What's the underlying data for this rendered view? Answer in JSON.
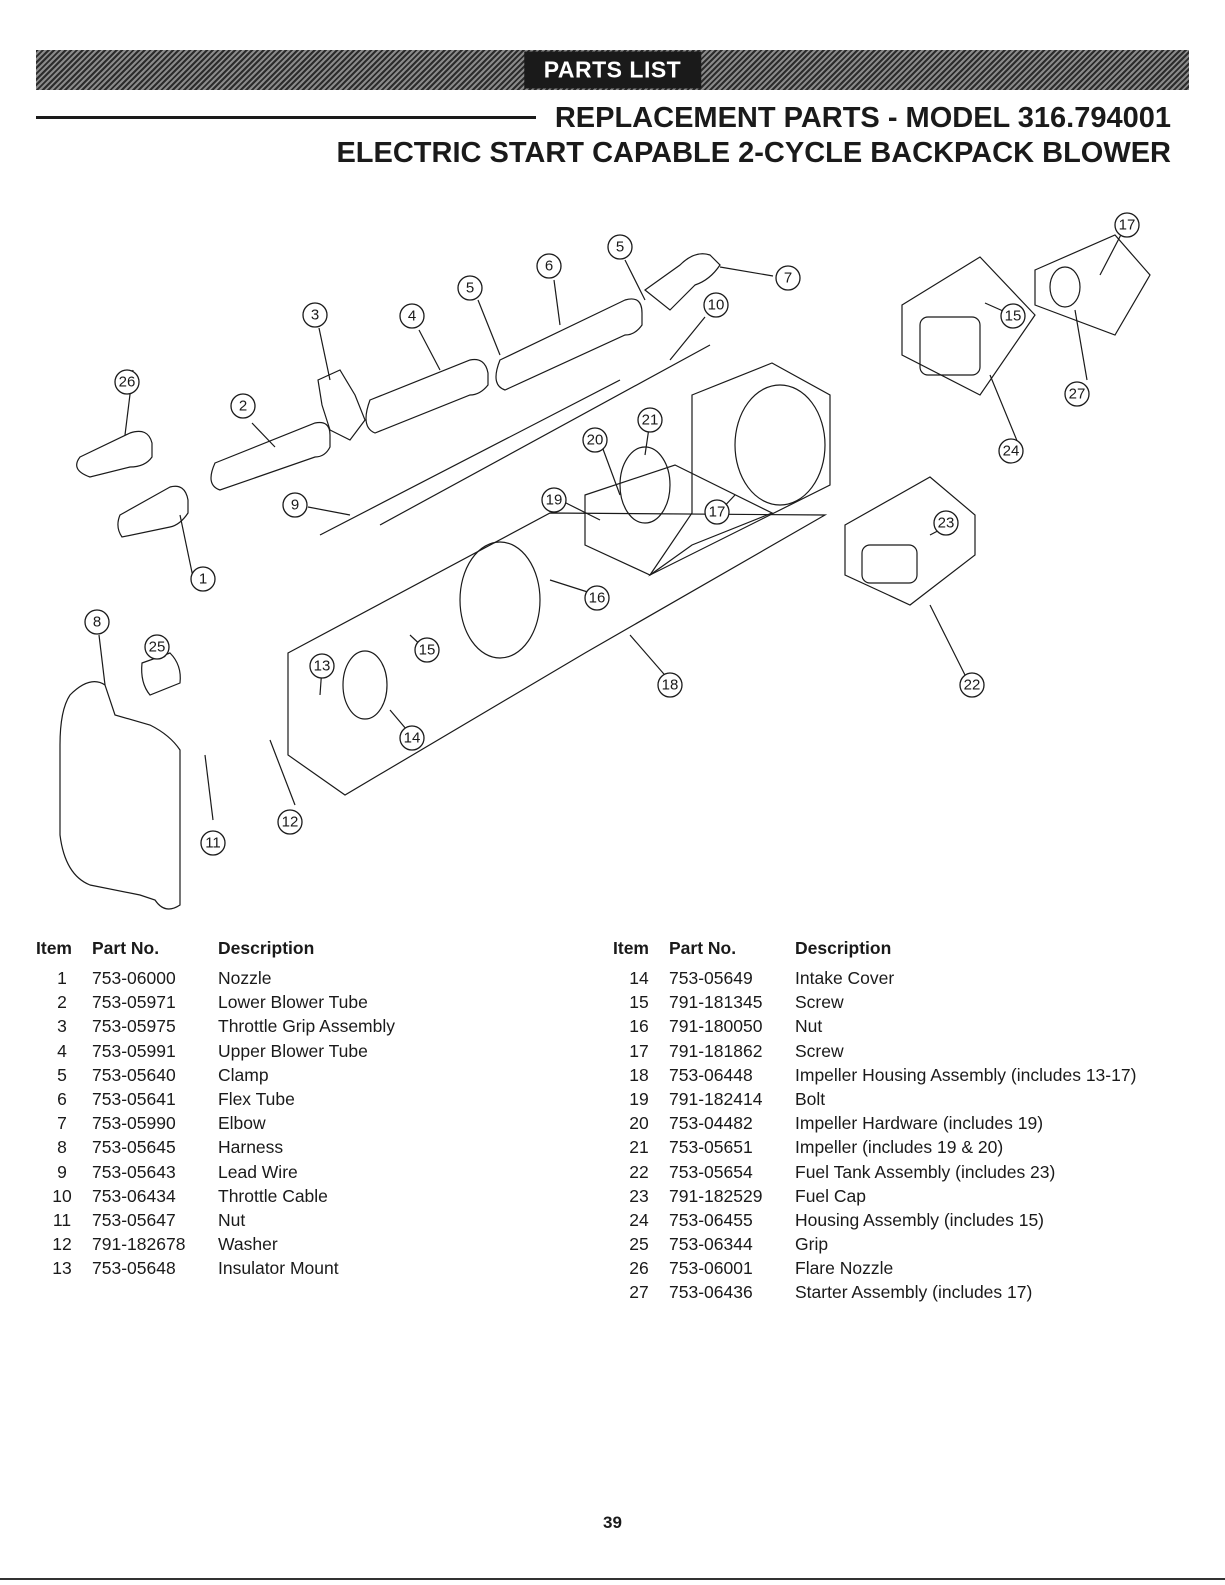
{
  "banner": {
    "label": "PARTS LIST"
  },
  "title": {
    "line1": "REPLACEMENT PARTS - MODEL 316.794001",
    "line2": "ELECTRIC START CAPABLE 2-CYCLE BACKPACK BLOWER"
  },
  "diagram": {
    "callouts": [
      "1",
      "2",
      "3",
      "4",
      "5",
      "5",
      "6",
      "7",
      "8",
      "9",
      "10",
      "11",
      "12",
      "13",
      "14",
      "15",
      "15",
      "16",
      "17",
      "17",
      "18",
      "19",
      "20",
      "21",
      "22",
      "23",
      "24",
      "25",
      "26",
      "27"
    ]
  },
  "table": {
    "headers": {
      "item": "Item",
      "part": "Part No.",
      "description": "Description"
    },
    "left": [
      {
        "item": "1",
        "part": "753-06000",
        "description": "Nozzle"
      },
      {
        "item": "2",
        "part": "753-05971",
        "description": "Lower Blower Tube"
      },
      {
        "item": "3",
        "part": "753-05975",
        "description": "Throttle Grip Assembly"
      },
      {
        "item": "4",
        "part": "753-05991",
        "description": "Upper Blower Tube"
      },
      {
        "item": "5",
        "part": "753-05640",
        "description": "Clamp"
      },
      {
        "item": "6",
        "part": "753-05641",
        "description": "Flex Tube"
      },
      {
        "item": "7",
        "part": "753-05990",
        "description": "Elbow"
      },
      {
        "item": "8",
        "part": "753-05645",
        "description": "Harness"
      },
      {
        "item": "9",
        "part": "753-05643",
        "description": "Lead Wire"
      },
      {
        "item": "10",
        "part": "753-06434",
        "description": "Throttle Cable"
      },
      {
        "item": "11",
        "part": "753-05647",
        "description": "Nut"
      },
      {
        "item": "12",
        "part": "791-182678",
        "description": "Washer"
      },
      {
        "item": "13",
        "part": "753-05648",
        "description": "Insulator Mount"
      }
    ],
    "right": [
      {
        "item": "14",
        "part": "753-05649",
        "description": "Intake Cover"
      },
      {
        "item": "15",
        "part": "791-181345",
        "description": "Screw"
      },
      {
        "item": "16",
        "part": "791-180050",
        "description": "Nut"
      },
      {
        "item": "17",
        "part": "791-181862",
        "description": "Screw"
      },
      {
        "item": "18",
        "part": "753-06448",
        "description": "Impeller Housing Assembly (includes 13-17)"
      },
      {
        "item": "19",
        "part": "791-182414",
        "description": "Bolt"
      },
      {
        "item": "20",
        "part": "753-04482",
        "description": "Impeller Hardware (includes 19)"
      },
      {
        "item": "21",
        "part": "753-05651",
        "description": "Impeller (includes 19 & 20)"
      },
      {
        "item": "22",
        "part": "753-05654",
        "description": "Fuel Tank Assembly (includes 23)"
      },
      {
        "item": "23",
        "part": "791-182529",
        "description": "Fuel Cap"
      },
      {
        "item": "24",
        "part": "753-06455",
        "description": "Housing Assembly (includes 15)"
      },
      {
        "item": "25",
        "part": "753-06344",
        "description": "Grip"
      },
      {
        "item": "26",
        "part": "753-06001",
        "description": "Flare Nozzle"
      },
      {
        "item": "27",
        "part": "753-06436",
        "description": "Starter Assembly (includes 17)"
      }
    ]
  },
  "page_number": "39"
}
